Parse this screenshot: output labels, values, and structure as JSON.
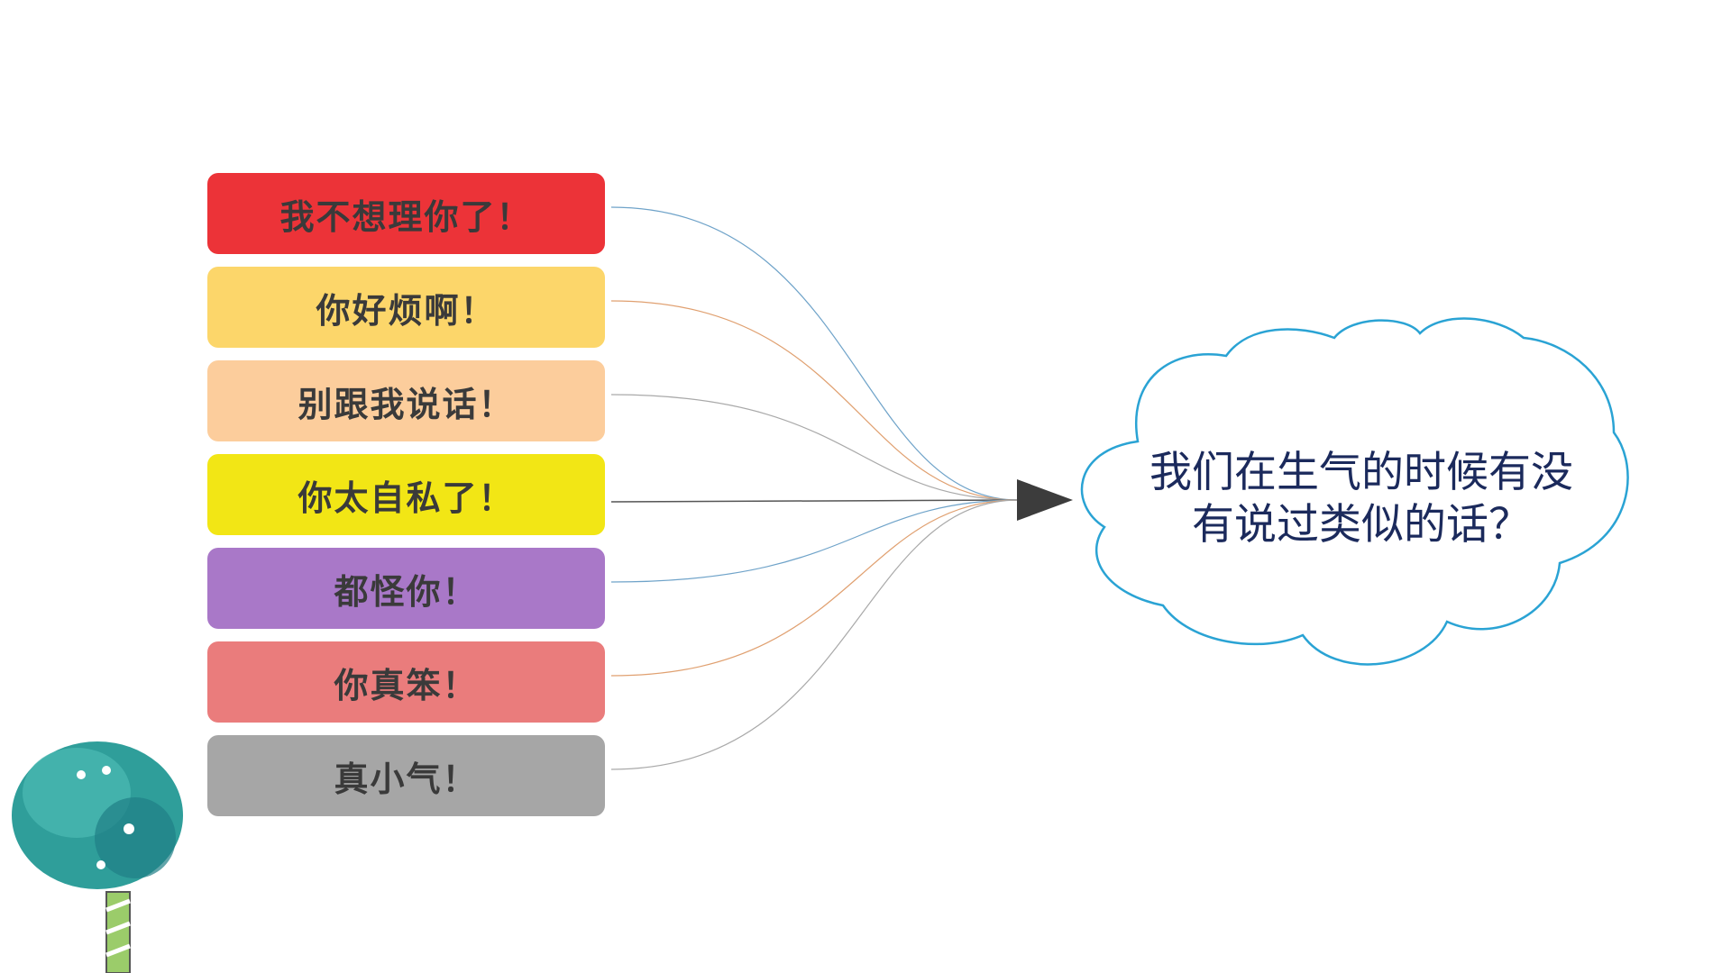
{
  "phrases": [
    {
      "text": "我不想理你了！",
      "color": "#ec3338",
      "line": "#6fa3c9"
    },
    {
      "text": "你好烦啊！",
      "color": "#fcd66a",
      "line": "#e0a070"
    },
    {
      "text": "别跟我说话！",
      "color": "#fccd9c",
      "line": "#a9a9a9"
    },
    {
      "text": "你太自私了！",
      "color": "#f2e615",
      "line": "#555555"
    },
    {
      "text": "都怪你！",
      "color": "#a978c8",
      "line": "#6fa3c9"
    },
    {
      "text": "你真笨！",
      "color": "#ea7c7c",
      "line": "#e0a070"
    },
    {
      "text": "真小气！",
      "color": "#a6a6a6",
      "line": "#a9a9a9"
    }
  ],
  "question": {
    "line1": "我们在生气的时候有没",
    "line2": "有说过类似的话？"
  },
  "colors": {
    "cloud_stroke": "#2aa3d4",
    "arrow": "#3c3c3c"
  }
}
